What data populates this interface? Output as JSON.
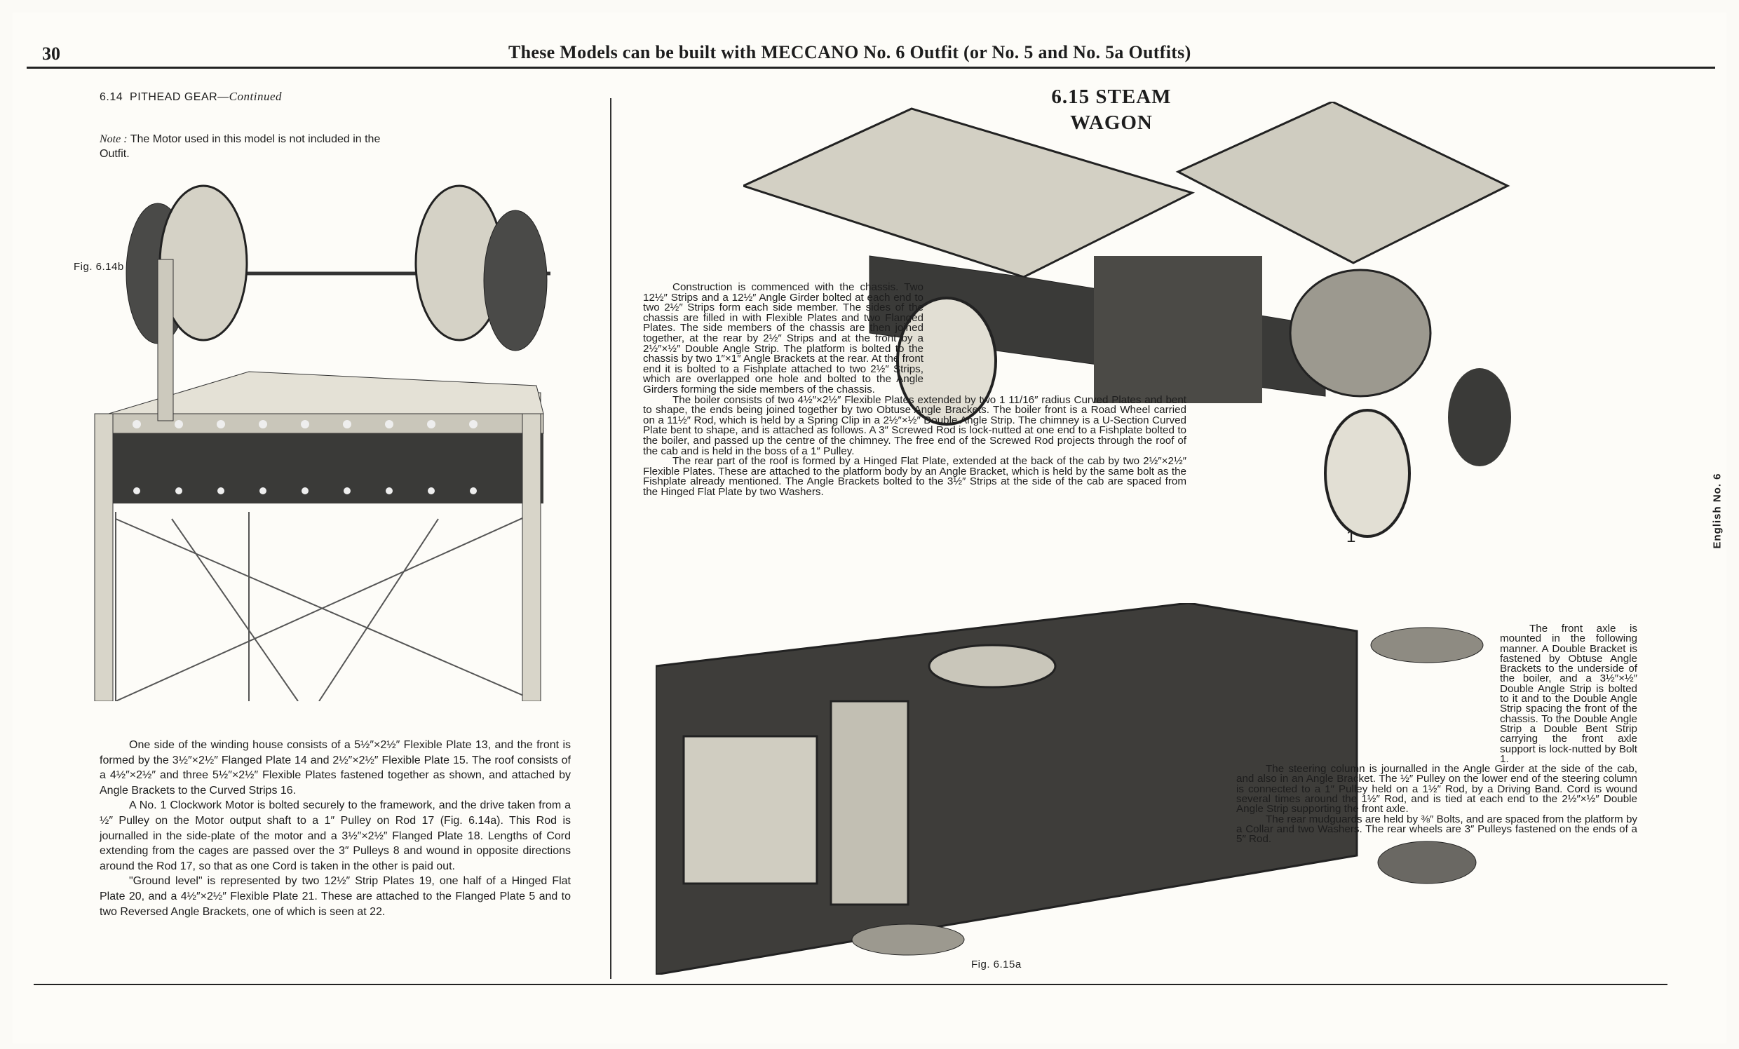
{
  "header": {
    "page_number": "30",
    "title": "These Models can be built with MECCANO No. 6 Outfit (or No. 5 and No. 5a Outfits)"
  },
  "left": {
    "section_number": "6.14",
    "section_title": "PITHEAD GEAR—",
    "section_suffix": "Continued",
    "note_label": "Note :",
    "note_text": " The Motor used in this model is not included in the Outfit.",
    "figure_label": "Fig. 6.14b",
    "paragraphs": [
      "One side of the winding house consists of a 5½″×2½″ Flexible Plate 13, and the front is formed by the 3½″×2½″ Flanged Plate 14 and 2½″×2½″ Flexible Plate 15. The roof consists of a 4½″×2½″ and three 5½″×2½″ Flexible Plates fastened together as shown, and attached by Angle Brackets to the Curved Strips 16.",
      "A No. 1 Clockwork Motor is bolted securely to the framework, and the drive taken from a ½″ Pulley on the Motor output shaft to a 1″ Pulley on Rod 17 (Fig. 6.14a). This Rod is journalled in the side-plate of the motor and a 3½″×2½″ Flanged Plate 18. Lengths of Cord extending from the cages are passed over the 3″ Pulleys 8 and wound in opposite directions around the Rod 17, so that as one Cord is taken in the other is paid out.",
      "\"Ground level\" is represented by two 12½″ Strip Plates 19, one half of a Hinged Flat Plate 20, and a 4½″×2½″ Flexible Plate 21. These are attached to the Flanged Plate 5 and to two Reversed Angle Brackets, one of which is seen at 22."
    ]
  },
  "right": {
    "title_line1": "6.15  STEAM",
    "title_line2": "WAGON",
    "callout_label": "1",
    "figure_label": "Fig. 6.15a",
    "side_label": "English No. 6",
    "middle_paragraphs": [
      "Construction is commenced with the chassis. Two 12½″ Strips and a 12½″ Angle Girder bolted at each end to two 2½″ Strips form each side member. The sides of the chassis are filled in with Flexible Plates and two Flanged Plates. The side members of the chassis are then joined together, at the rear by 2½″ Strips and at the front by a 2½″×½″ Double Angle Strip. The platform is bolted to the chassis by two 1″×1″ Angle Brackets at the rear. At the front end it is bolted to a Fishplate attached to two 2½″ Strips, which are overlapped one hole and bolted to the Angle Girders forming the side members of the chassis.",
      "The boiler consists of two 4½″×2½″ Flexible Plates extended by two 1 11/16″ radius Curved Plates and bent to shape, the ends being joined together by two Obtuse Angle Brackets. The boiler front is a Road Wheel carried on a 11½″ Rod, which is held by a Spring Clip in a 2½″×½″ Double Angle Strip. The chimney is a U-Section Curved Plate bent to shape, and is attached as follows. A 3″ Screwed Rod is lock-nutted at one end to a Fishplate bolted to the boiler, and passed up the centre of the chimney. The free end of the Screwed Rod projects through the roof of the cab and is held in the boss of a 1″ Pulley.",
      "The rear part of the roof is formed by a Hinged Flat Plate, extended at the back of the cab by two 2½″×2½″ Flexible Plates. These are attached to the platform body by an Angle Bracket, which is held by the same bolt as the Fishplate already mentioned. The Angle Brackets bolted to the 3½″ Strips at the side of the cab are spaced from the Hinged Flat Plate by two Washers."
    ],
    "side_paragraphs": [
      "The front axle is mounted in the following manner. A Double Bracket is fastened by Obtuse Angle Brackets to the underside of the boiler, and a 3½″×½″ Double Angle Strip is bolted to it and to the Double Angle Strip spacing the front of the chassis. To the Double Angle Strip a Double Bent Strip carrying the front axle support is lock-nutted by Bolt 1.",
      "The steering column is journalled in the Angle Girder at the side of the cab, and also in an Angle Bracket. The ½″ Pulley on the lower end of the steering column is connected to a 1″ Pulley held on a 1½″ Rod, by a Driving Band. Cord is wound several times around the 1½″ Rod, and is tied at each end to the 2½″×½″ Double Angle Strip supporting the front axle.",
      "The rear mudguards are held by ⅜″ Bolts, and are spaced from the platform by a Collar and two Washers. The rear wheels are 3″ Pulleys fastened on the ends of a 5″ Rod."
    ]
  }
}
